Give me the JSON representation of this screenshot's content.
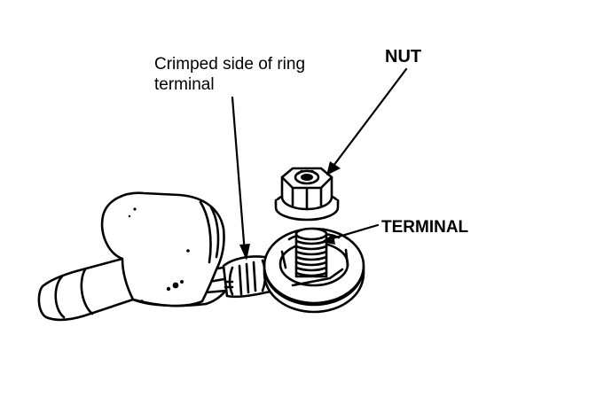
{
  "labels": {
    "crimped_side": "Crimped side of ring terminal",
    "nut": "NUT",
    "terminal": "TERMINAL"
  },
  "colors": {
    "ink": "#000000",
    "paper": "#ffffff"
  },
  "icons": {
    "nut": "hex-flange-nut-icon",
    "terminal": "ring-terminal-icon",
    "cable": "battery-cable-icon"
  }
}
